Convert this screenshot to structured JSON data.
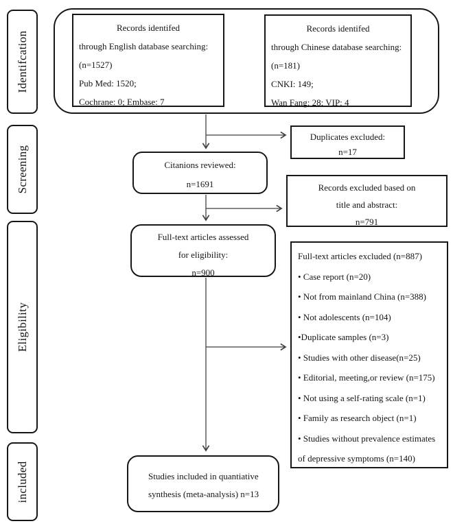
{
  "figure": {
    "title": "PRISMA flow diagram of study selection"
  },
  "sidebar": {
    "stages": [
      {
        "label": "Identifcation"
      },
      {
        "label": "Screening"
      },
      {
        "label": "Eligibility"
      },
      {
        "label": "included"
      }
    ]
  },
  "flow": {
    "english_box": {
      "title": "Records identifed",
      "lines": [
        "through English database searching:",
        "(n=1527)",
        "Pub Med: 1520;",
        "Cochrane: 0;   Embase: 7"
      ]
    },
    "chinese_box": {
      "title": "Records identifed",
      "lines": [
        "through Chinese database searching:",
        "(n=181)",
        "CNKI: 149;",
        "Wan Fang: 28;   VIP:   4"
      ]
    },
    "citations_box": {
      "lines": [
        "Citanions reviewed:",
        "n=1691"
      ]
    },
    "duplicates_box": {
      "lines": [
        "Duplicates excluded:",
        "n=17"
      ]
    },
    "title_abstract_box": {
      "lines": [
        "Records excluded based on",
        "title and abstract:",
        "n=791"
      ]
    },
    "assessed_box": {
      "lines": [
        "Full-text articles assessed",
        "for eligibility:",
        "n=900"
      ]
    },
    "excluded_box": {
      "title": "Full-text articles excluded (n=887)",
      "items": [
        "• Case report (n=20)",
        "• Not from mainland China (n=388)",
        "• Not adolescents (n=104)",
        "•Duplicate samples (n=3)",
        "• Studies with other disease(n=25)",
        "• Editorial, meeting,or review (n=175)",
        "• Not using a self-rating scale (n=1)",
        "• Family as research object (n=1)",
        "• Studies without prevalence estimates",
        "of depressive symptoms (n=140)"
      ]
    },
    "included_box": {
      "lines": [
        "Studies included in quantiative",
        "synthesis (meta-analysis) n=13"
      ]
    }
  },
  "colors": {
    "background": "#ffffff",
    "border": "#161616",
    "text": "#151515",
    "arrow": "#3f3f3f"
  }
}
